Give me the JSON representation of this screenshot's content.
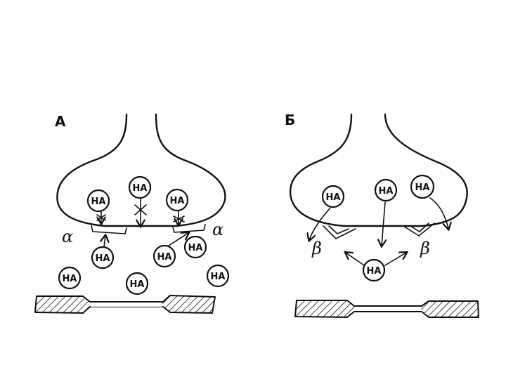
{
  "panels": {
    "a": {
      "label": "А",
      "receptor_symbol": "α",
      "molecule_label": "НА"
    },
    "b": {
      "label": "Б",
      "receptor_symbol": "β",
      "molecule_label": "НА"
    }
  }
}
